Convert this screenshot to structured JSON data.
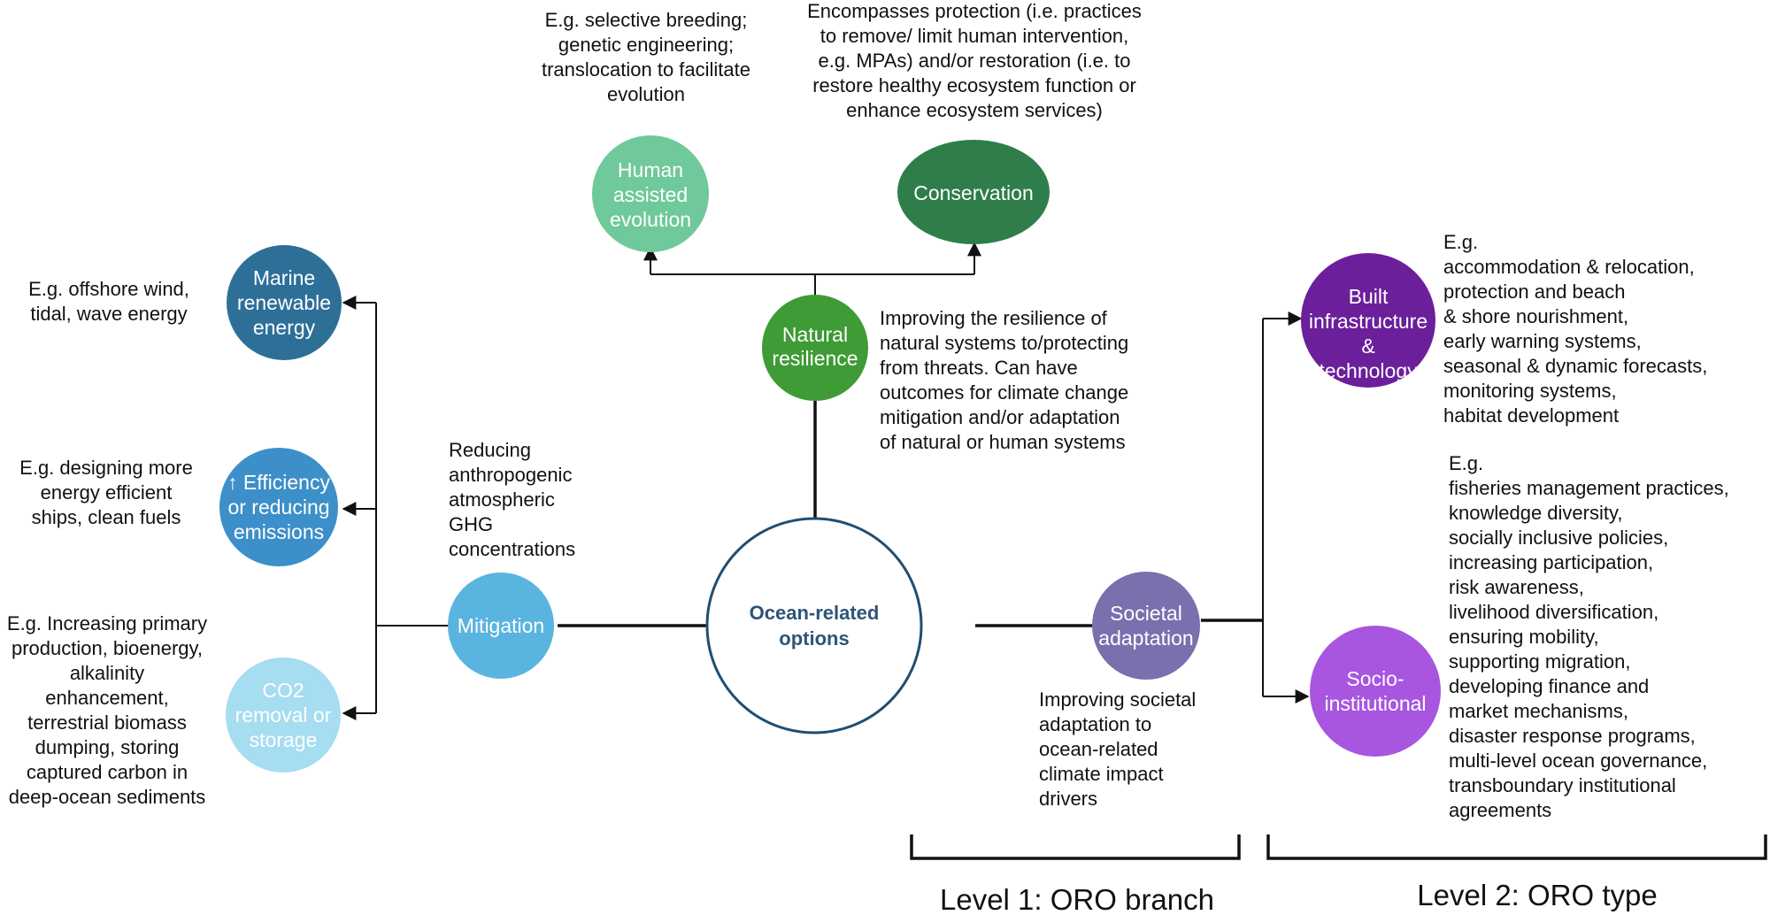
{
  "center": {
    "label": [
      "Ocean-related",
      "options"
    ],
    "colors": {
      "stroke": "#1f4e72",
      "text": "#2e5478"
    }
  },
  "branches": {
    "mitigation": {
      "label": [
        "Mitigation"
      ],
      "color": "#5ab4e0",
      "description": [
        "Reducing",
        "anthropogenic",
        "atmospheric",
        "GHG",
        "concentrations"
      ]
    },
    "natural_resilience": {
      "label": [
        "Natural",
        "resilience"
      ],
      "color": "#3f9b35",
      "description": [
        "Improving the resilience of",
        "natural systems to/protecting",
        "from threats. Can have",
        "outcomes for climate change",
        "mitigation and/or adaptation",
        "of natural or human systems"
      ]
    },
    "societal_adaptation": {
      "label": [
        "Societal",
        "adaptation"
      ],
      "color": "#7b6fad",
      "description": [
        "Improving societal",
        "adaptation to",
        "ocean-related",
        "climate impact",
        "drivers"
      ]
    }
  },
  "types": {
    "marine_renewable": {
      "label": [
        "Marine",
        "renewable",
        "energy"
      ],
      "color": "#2e6f98",
      "description": [
        "E.g. offshore wind,",
        "tidal, wave energy"
      ]
    },
    "efficiency": {
      "label": [
        "↑ Efficiency",
        "or reducing",
        "emissions"
      ],
      "color": "#3d8fc9",
      "description": [
        "E.g. designing more",
        "energy efficient",
        "ships, clean fuels"
      ]
    },
    "co2_removal": {
      "label": [
        "CO2",
        "removal or",
        "storage"
      ],
      "color": "#a6ddf0",
      "description": [
        "E.g. Increasing primary",
        "production, bioenergy,",
        "alkalinity",
        "enhancement,",
        "terrestrial biomass",
        "dumping, storing",
        "captured carbon in",
        "deep-ocean sediments"
      ]
    },
    "human_assisted": {
      "label": [
        "Human",
        "assisted",
        "evolution"
      ],
      "color": "#6fc99a",
      "description": [
        "E.g. selective breeding;",
        "genetic engineering;",
        "translocation to facilitate",
        "evolution"
      ]
    },
    "conservation": {
      "label": [
        "Conservation"
      ],
      "color": "#2e7d4a",
      "description": [
        "Encompasses protection (i.e. practices",
        "to remove/ limit human intervention,",
        "e.g. MPAs) and/or restoration (i.e. to",
        "restore healthy ecosystem function or",
        "enhance ecosystem services)"
      ]
    },
    "built_infrastructure": {
      "label": [
        "Built",
        "infrastructure",
        "&",
        "technology"
      ],
      "color": "#6b1f9a",
      "description": [
        "E.g.",
        "accommodation & relocation,",
        "protection and beach",
        "& shore nourishment,",
        "early warning systems,",
        "seasonal & dynamic forecasts,",
        "monitoring systems,",
        "habitat development"
      ]
    },
    "socio_institutional": {
      "label": [
        "Socio-",
        "institutional"
      ],
      "color": "#a855e0",
      "description": [
        "E.g.",
        "fisheries management practices,",
        "knowledge diversity,",
        "socially inclusive policies,",
        "increasing participation,",
        "risk awareness,",
        "livelihood diversification,",
        "ensuring mobility,",
        "supporting migration,",
        "developing finance and",
        "market mechanisms,",
        "disaster response programs,",
        "multi-level ocean governance,",
        "transboundary institutional",
        "agreements"
      ]
    }
  },
  "levels": {
    "level1": "Level 1: ORO branch",
    "level2": "Level 2: ORO type"
  }
}
